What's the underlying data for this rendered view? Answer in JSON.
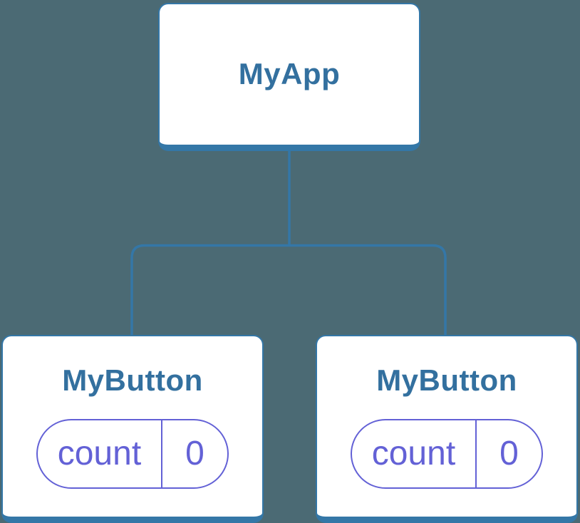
{
  "diagram": {
    "background_color": "#4B6A74",
    "line_color": "#3477A7",
    "node_fill_color": "#ffffff",
    "title_color": "#33709F",
    "state_color": "#6361D6",
    "root": {
      "title": "MyApp"
    },
    "children": [
      {
        "title": "MyButton",
        "state": {
          "key": "count",
          "value": "0"
        }
      },
      {
        "title": "MyButton",
        "state": {
          "key": "count",
          "value": "0"
        }
      }
    ]
  }
}
